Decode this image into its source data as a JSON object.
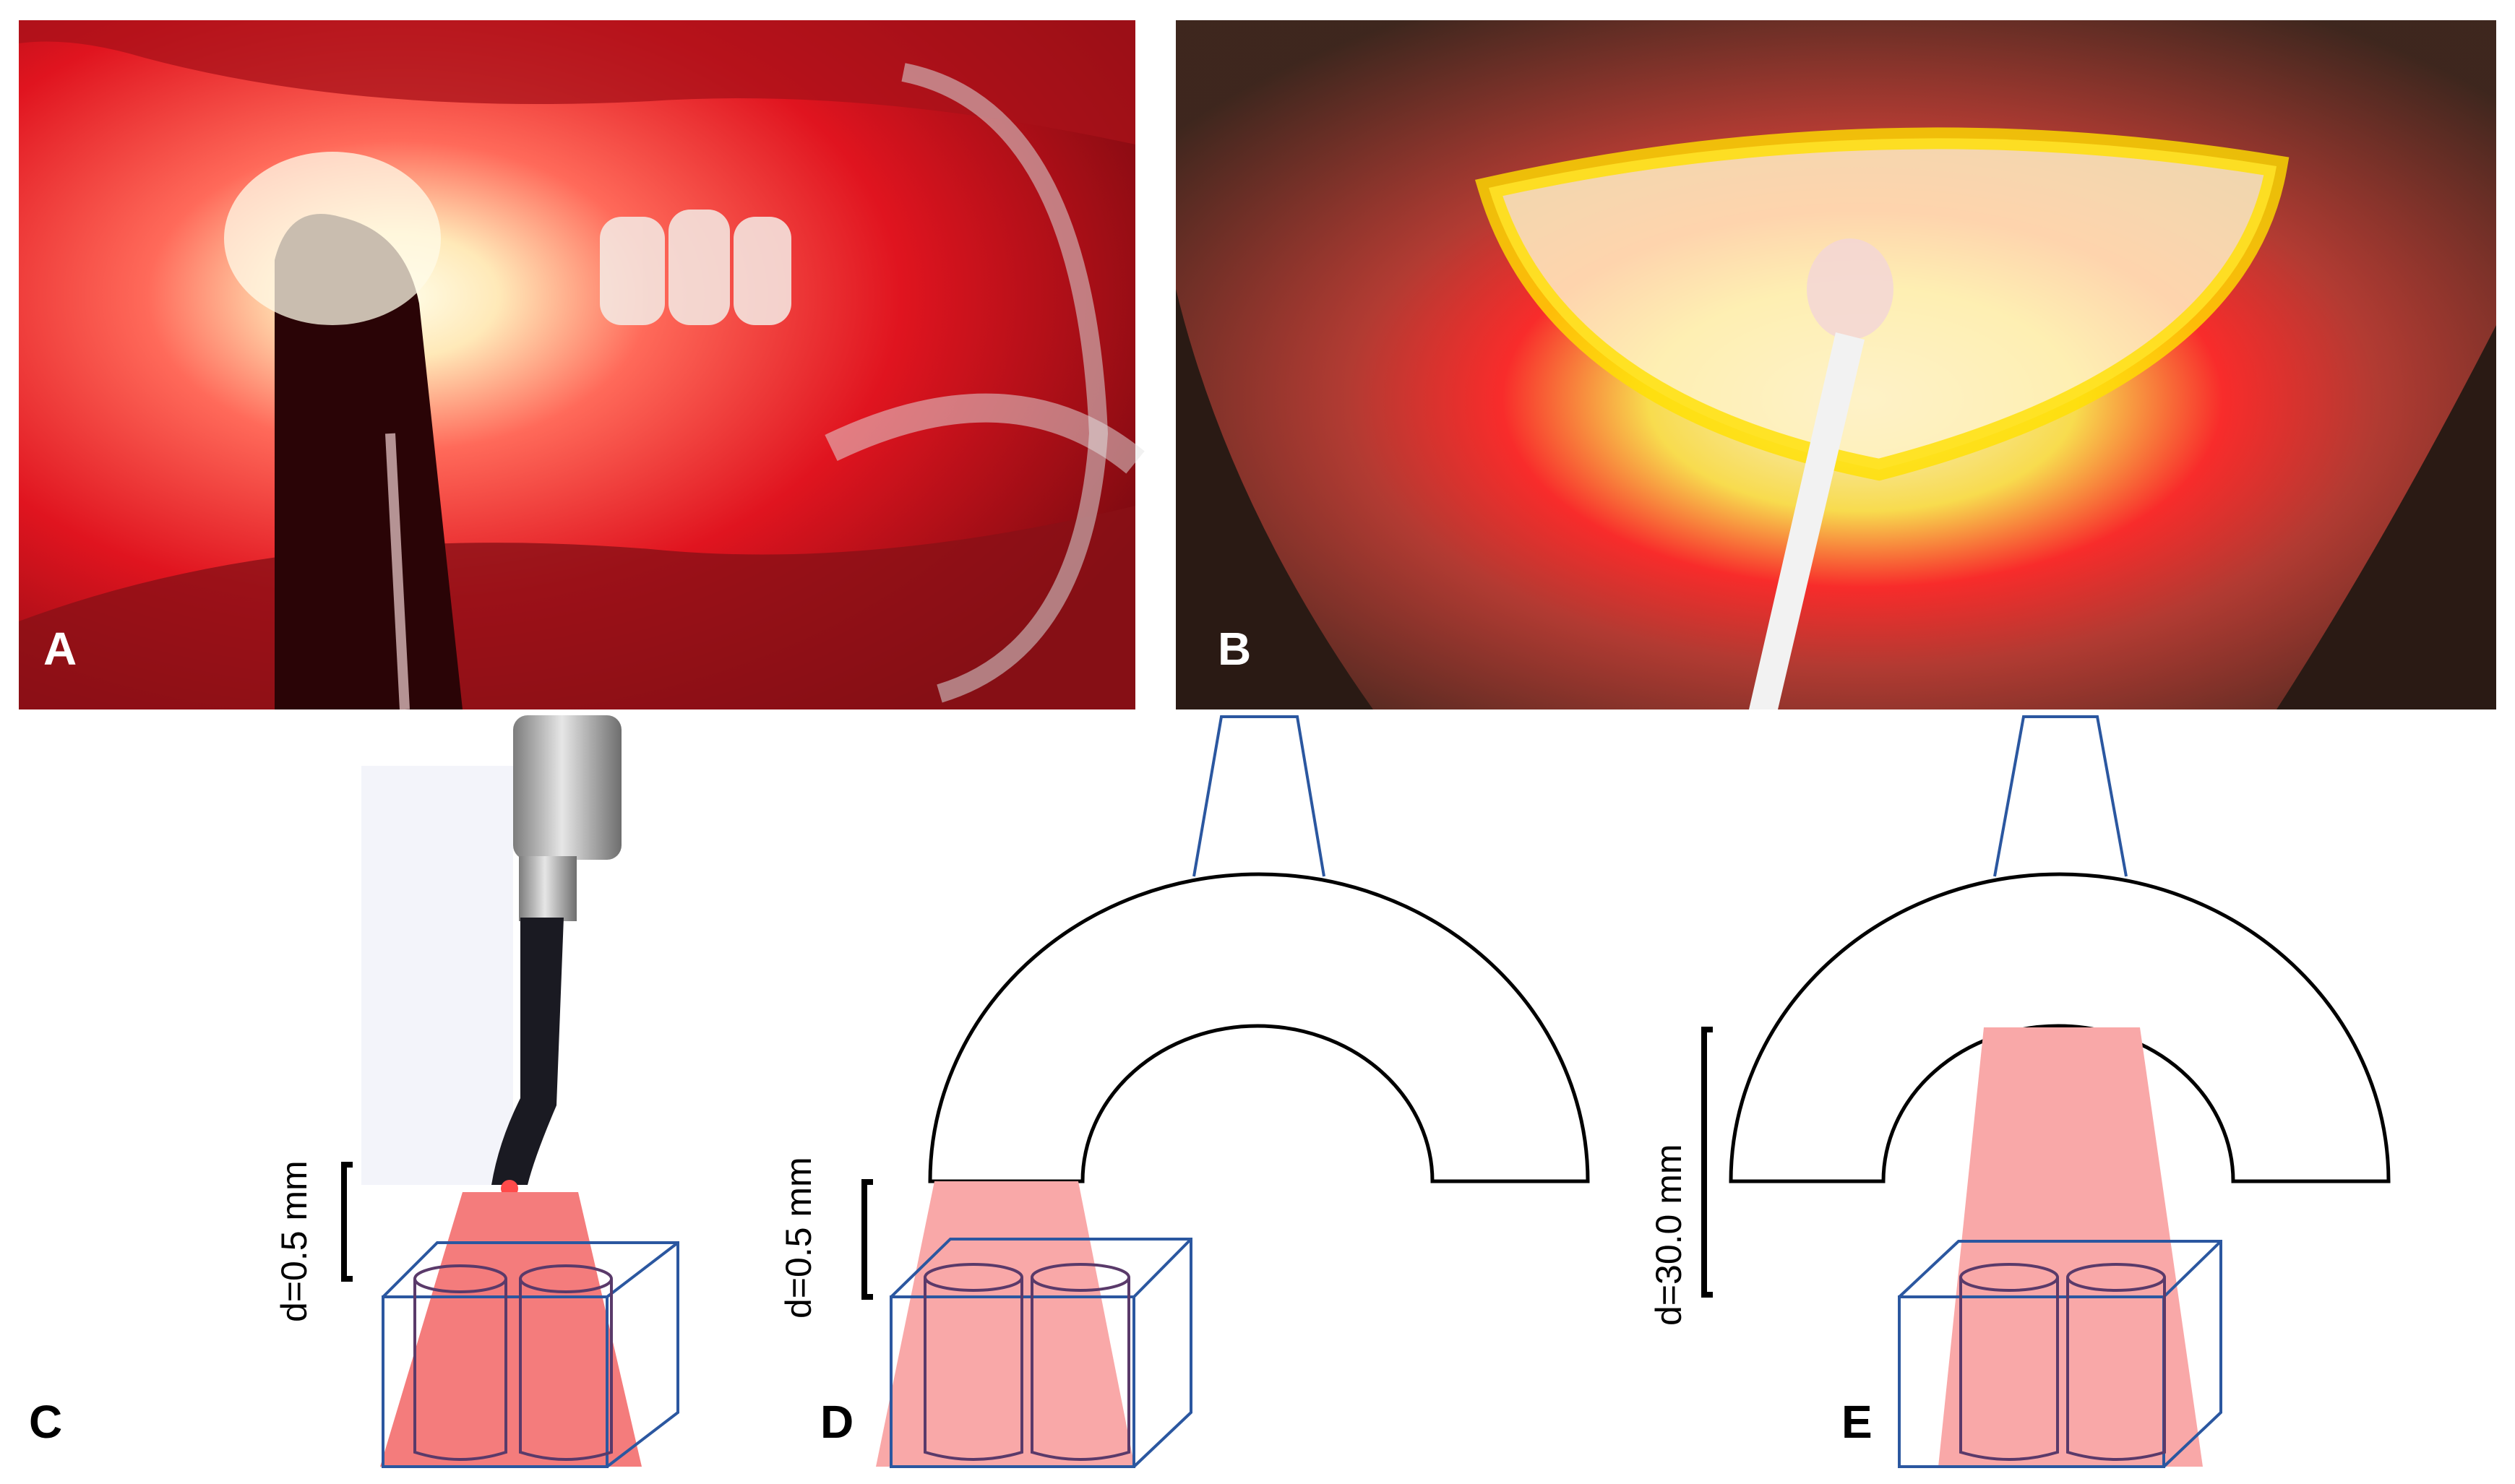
{
  "panels": {
    "a": {
      "letter": "A"
    },
    "b": {
      "letter": "B"
    },
    "c": {
      "letter": "C",
      "distance": "d=0.5 mm"
    },
    "d": {
      "letter": "D",
      "distance": "d=0.5 mm"
    },
    "e": {
      "letter": "E",
      "distance": "d=30.0 mm"
    }
  },
  "colors": {
    "light_beam": "#f47c7c",
    "light_beam_soft": "#f9a8a8",
    "cuvette_outline": "#2b57a0",
    "bracket": "#000000",
    "red_glow": "#e8131f"
  }
}
